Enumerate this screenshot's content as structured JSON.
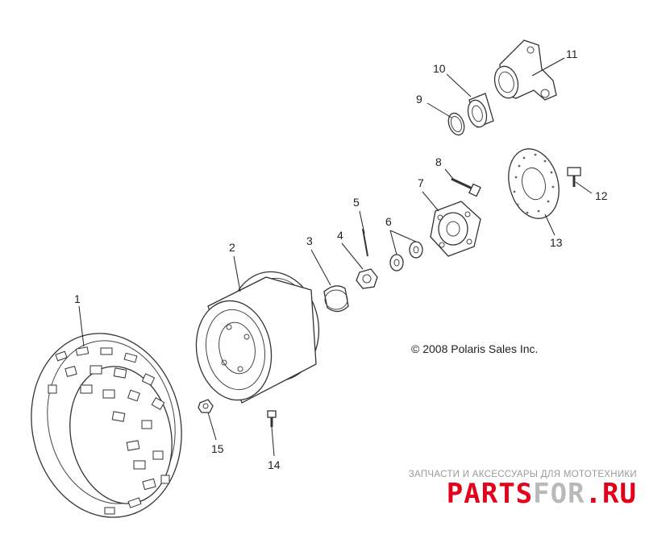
{
  "diagram": {
    "callouts": [
      "1",
      "2",
      "3",
      "4",
      "5",
      "6",
      "7",
      "8",
      "9",
      "10",
      "11",
      "12",
      "13",
      "14",
      "15"
    ],
    "copyright": "© 2008 Polaris Sales Inc."
  },
  "watermark": {
    "subtitle": "ЗАПЧАСТИ И АКСЕССУАРЫ ДЛЯ МОТОТЕХНИКИ",
    "brand_left": "PARTS",
    "brand_mid": "FOR",
    "brand_right": ".RU",
    "brand_color": "#e2001a",
    "accent_color": "#b9b9b9"
  }
}
